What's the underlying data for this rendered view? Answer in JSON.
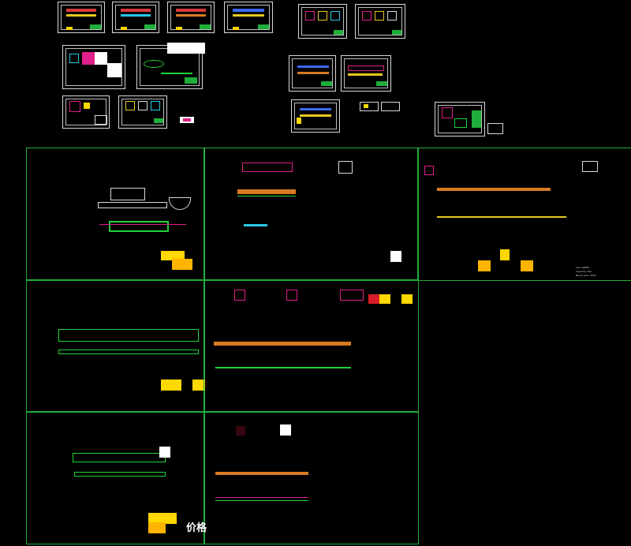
{
  "window": {
    "title": ""
  },
  "watermark": {
    "text": "价格"
  },
  "colors": {
    "background": "#000000",
    "frame": "#1fae3a",
    "sheet_border": "#d8d8d8",
    "beam_yellow": "#e6c81e",
    "beam_orange": "#d87a22",
    "accent_red": "#d81e2a",
    "accent_magenta": "#e0208a",
    "block_yellow": "#ffd800",
    "block_orange": "#ffb400",
    "block_white": "#ffffff",
    "block_dark_red": "#3a0710",
    "line_green": "#22d23a",
    "line_cyan": "#28c8e8",
    "line_blue": "#3a6af0"
  },
  "icons": {
    "sheet": "drawing-sheet-icon",
    "beam": "beam-elevation-icon",
    "section": "cross-section-icon",
    "title_block": "title-block-icon"
  },
  "labels": {
    "note_a": "Line GBP09",
    "note_b": "Capacity: N/A",
    "note_c": "Beam spec. Note"
  }
}
